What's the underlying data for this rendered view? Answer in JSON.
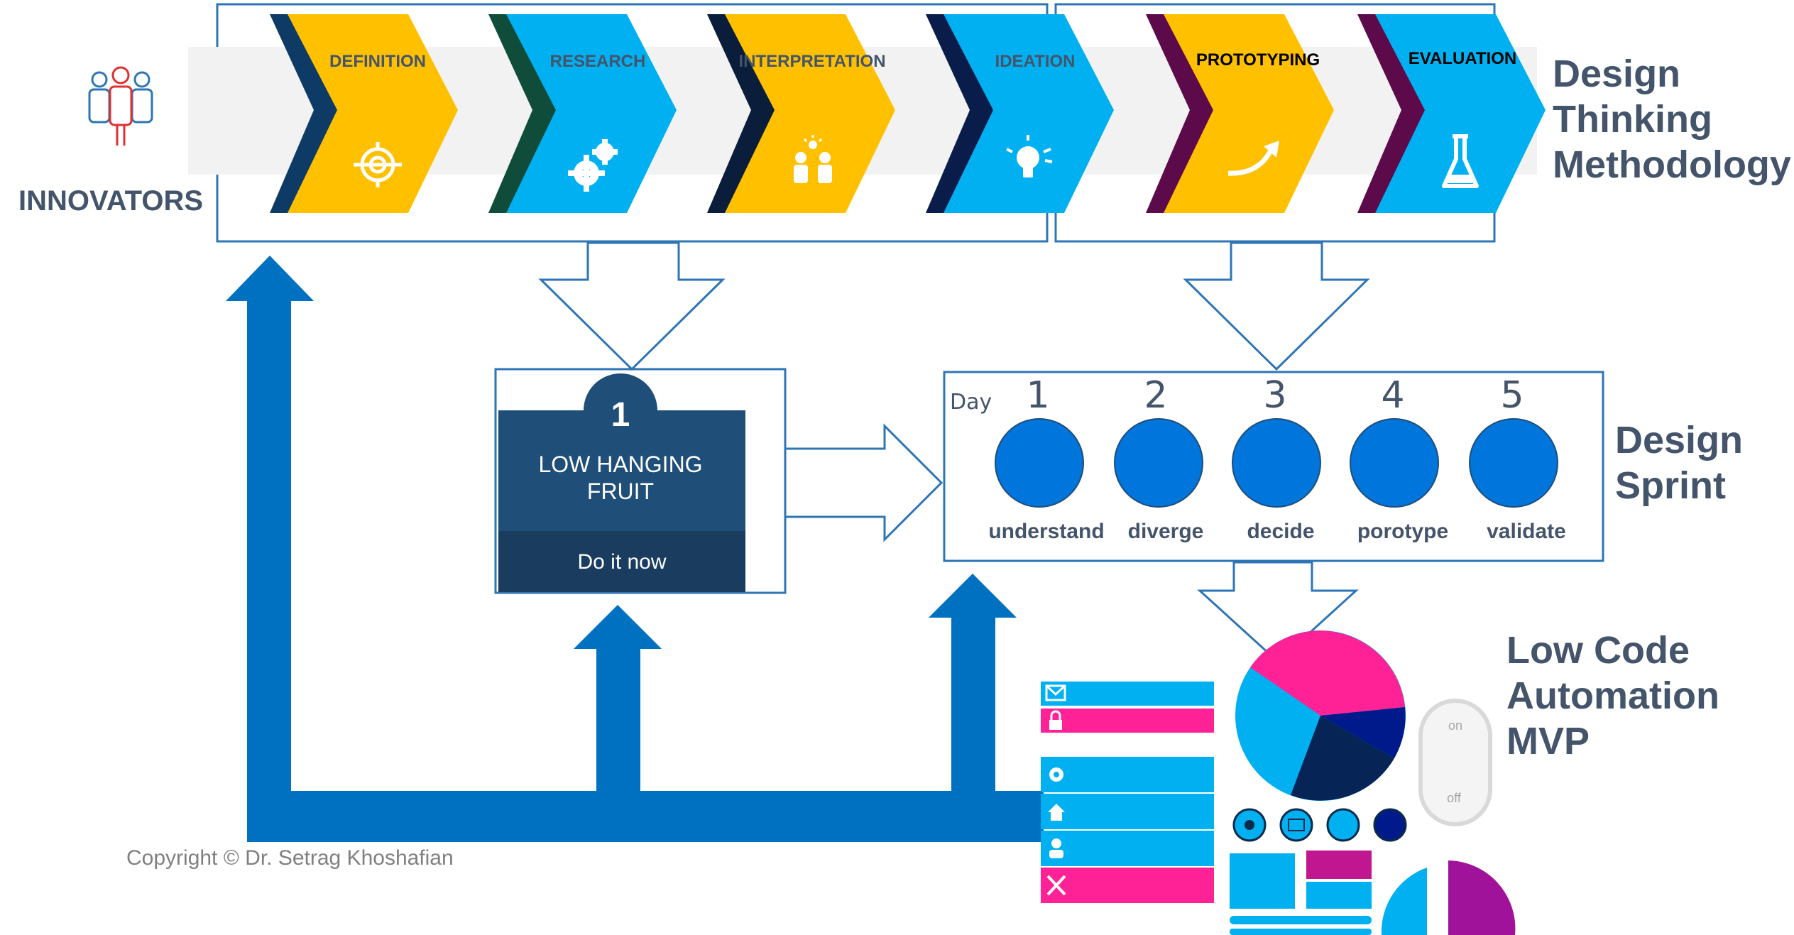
{
  "header": {
    "innovators": "INNOVATORS",
    "methodology": [
      "Design",
      "Thinking",
      "Methodology"
    ]
  },
  "steps": [
    {
      "label": "DEFINITION",
      "color": "#FFC000",
      "shadow": "#0D3B66",
      "icon": "target-icon"
    },
    {
      "label": "RESEARCH",
      "color": "#00B0F0",
      "shadow": "#0F4C3A",
      "icon": "gears-icon"
    },
    {
      "label": "INTERPRETATION",
      "color": "#FFC000",
      "shadow": "#0A1D3A",
      "icon": "people-idea-icon"
    },
    {
      "label": "IDEATION",
      "color": "#00B0F0",
      "shadow": "#0A1D4A",
      "icon": "lightbulb-icon"
    },
    {
      "label": "PROTOTYPING",
      "color": "#FFC000",
      "shadow": "#5C0A4A",
      "icon": "curved-arrow-icon"
    },
    {
      "label": "EVALUATION",
      "color": "#00B0F0",
      "shadow": "#5C0A4A",
      "icon": "flask-icon"
    }
  ],
  "lowHanging": {
    "number": "1",
    "title": [
      "LOW HANGING",
      "FRUIT"
    ],
    "action": "Do it now"
  },
  "sprint": {
    "day_label": "Day",
    "days": [
      {
        "num": "1",
        "label": "understand"
      },
      {
        "num": "2",
        "label": "diverge"
      },
      {
        "num": "3",
        "label": "decide"
      },
      {
        "num": "4",
        "label": "porotype"
      },
      {
        "num": "5",
        "label": "validate"
      }
    ],
    "title": [
      "Design",
      "Sprint"
    ]
  },
  "lowcode": {
    "title": [
      "Low Code",
      "Automation",
      "MVP"
    ],
    "toggle_on": "on",
    "toggle_off": "off"
  },
  "copyright": "Copyright © Dr. Setrag Khoshafian",
  "colors": {
    "yellow": "#FFC000",
    "cyan": "#00B0F0",
    "pink": "#FF2297",
    "circle": "#0075DB",
    "frame": "#0070C0",
    "arrow": "#0070C0",
    "heading": "#44546A",
    "box_dark": "#1F4E79"
  }
}
